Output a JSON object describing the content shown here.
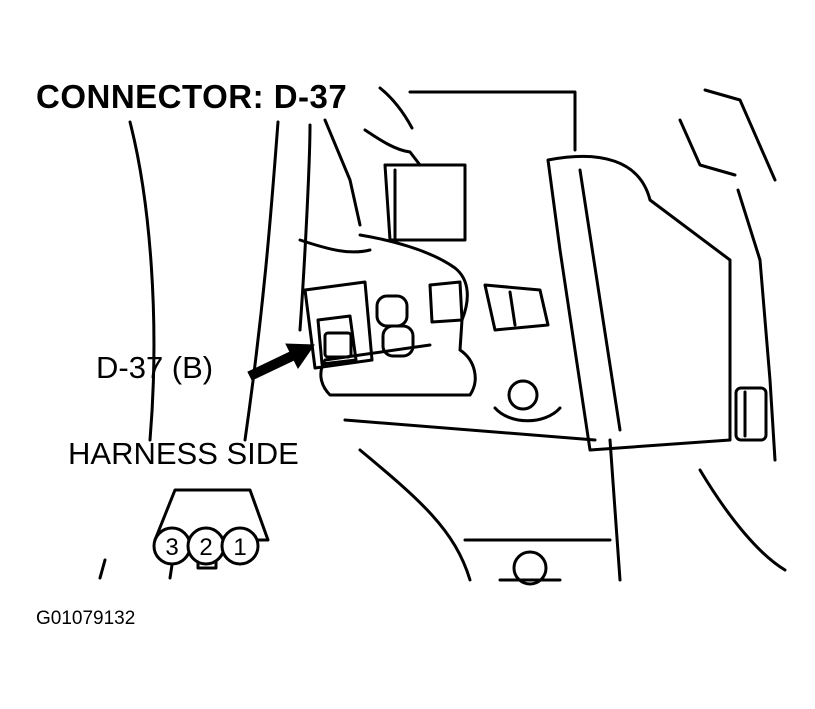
{
  "diagram": {
    "title": "CONNECTOR: D-37",
    "connector_label": "D-37 (B)",
    "harness_label": "HARNESS SIDE",
    "figure_id": "G01079132",
    "pins": [
      "3",
      "2",
      "1"
    ]
  }
}
